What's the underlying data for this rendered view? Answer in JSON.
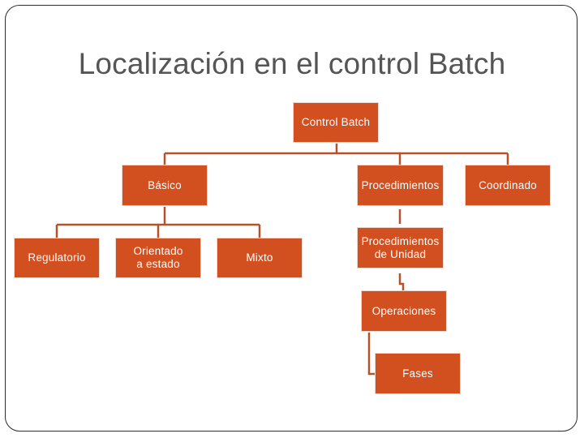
{
  "slide": {
    "title": "Localización en el control Batch"
  },
  "nodes": {
    "control_batch": "Control Batch",
    "basico": "Básico",
    "procedimientos": "Procedimientos",
    "coordinado": "Coordinado",
    "regulatorio": "Regulatorio",
    "orientado_estado": "Orientado a estado",
    "mixto": "Mixto",
    "procedimientos_unidad": "Procedimientos de Unidad",
    "operaciones": "Operaciones",
    "fases": "Fases"
  },
  "colors": {
    "box_fill": "#d24f1f",
    "connector": "#b5522a",
    "title_text": "#555555"
  }
}
